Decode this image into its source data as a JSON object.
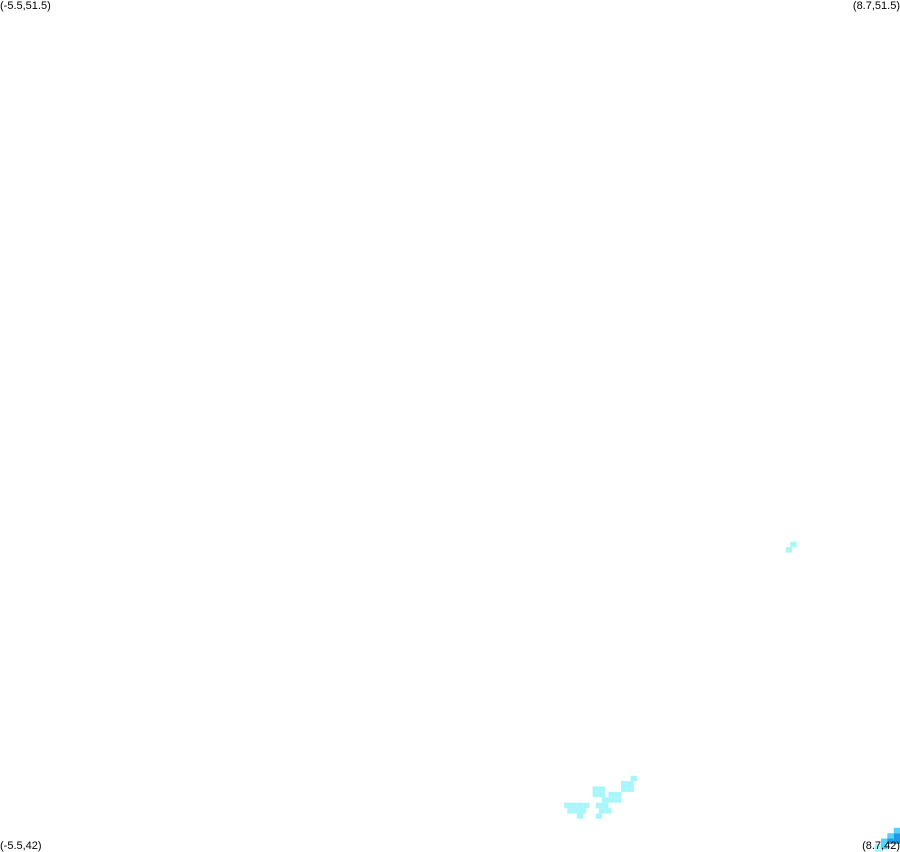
{
  "map": {
    "corners": {
      "top_left": "(-5.5,51.5)",
      "top_right": "(8.7,51.5)",
      "bottom_left": "(-5.5,42)",
      "bottom_right": "(8.7,42)"
    },
    "bounds": {
      "lon_min": -5.5,
      "lon_max": 8.7,
      "lat_min": 42,
      "lat_max": 51.5
    },
    "colors": {
      "light_cyan": "#a6f6fc",
      "cyan": "#5ad2f5",
      "blue": "#1e9be6"
    },
    "cell_size_deg": {
      "lon": 0.1,
      "lat": 0.06
    },
    "cells": [
      {
        "lon": 6.9,
        "lat": 45.4,
        "level": "light_cyan"
      },
      {
        "lon": 6.97,
        "lat": 45.46,
        "level": "light_cyan"
      },
      {
        "lon": 3.4,
        "lat": 42.55,
        "level": "light_cyan"
      },
      {
        "lon": 3.5,
        "lat": 42.55,
        "level": "light_cyan"
      },
      {
        "lon": 3.6,
        "lat": 42.55,
        "level": "light_cyan"
      },
      {
        "lon": 3.7,
        "lat": 42.55,
        "level": "light_cyan"
      },
      {
        "lon": 3.9,
        "lat": 42.55,
        "level": "light_cyan"
      },
      {
        "lon": 4.0,
        "lat": 42.55,
        "level": "light_cyan"
      },
      {
        "lon": 3.45,
        "lat": 42.49,
        "level": "light_cyan"
      },
      {
        "lon": 3.55,
        "lat": 42.49,
        "level": "light_cyan"
      },
      {
        "lon": 3.65,
        "lat": 42.49,
        "level": "light_cyan"
      },
      {
        "lon": 3.95,
        "lat": 42.49,
        "level": "light_cyan"
      },
      {
        "lon": 4.05,
        "lat": 42.49,
        "level": "light_cyan"
      },
      {
        "lon": 3.6,
        "lat": 42.43,
        "level": "light_cyan"
      },
      {
        "lon": 3.9,
        "lat": 42.43,
        "level": "light_cyan"
      },
      {
        "lon": 4.0,
        "lat": 42.61,
        "level": "light_cyan"
      },
      {
        "lon": 4.1,
        "lat": 42.61,
        "level": "light_cyan"
      },
      {
        "lon": 4.2,
        "lat": 42.61,
        "level": "light_cyan"
      },
      {
        "lon": 4.1,
        "lat": 42.67,
        "level": "light_cyan"
      },
      {
        "lon": 4.2,
        "lat": 42.67,
        "level": "light_cyan"
      },
      {
        "lon": 3.85,
        "lat": 42.67,
        "level": "light_cyan"
      },
      {
        "lon": 3.95,
        "lat": 42.67,
        "level": "light_cyan"
      },
      {
        "lon": 3.85,
        "lat": 42.73,
        "level": "light_cyan"
      },
      {
        "lon": 3.95,
        "lat": 42.73,
        "level": "light_cyan"
      },
      {
        "lon": 4.3,
        "lat": 42.73,
        "level": "light_cyan"
      },
      {
        "lon": 4.4,
        "lat": 42.73,
        "level": "light_cyan"
      },
      {
        "lon": 4.3,
        "lat": 42.79,
        "level": "light_cyan"
      },
      {
        "lon": 4.4,
        "lat": 42.79,
        "level": "light_cyan"
      },
      {
        "lon": 4.45,
        "lat": 42.85,
        "level": "light_cyan"
      },
      {
        "lon": 8.4,
        "lat": 42.15,
        "level": "cyan"
      },
      {
        "lon": 8.5,
        "lat": 42.15,
        "level": "blue"
      },
      {
        "lon": 8.6,
        "lat": 42.15,
        "level": "blue"
      },
      {
        "lon": 8.5,
        "lat": 42.21,
        "level": "cyan"
      },
      {
        "lon": 8.6,
        "lat": 42.21,
        "level": "blue"
      },
      {
        "lon": 8.65,
        "lat": 42.27,
        "level": "cyan"
      },
      {
        "lon": 8.3,
        "lat": 42.09,
        "level": "light_cyan"
      },
      {
        "lon": 8.4,
        "lat": 42.09,
        "level": "cyan"
      },
      {
        "lon": 8.3,
        "lat": 42.03,
        "level": "light_cyan"
      }
    ]
  }
}
